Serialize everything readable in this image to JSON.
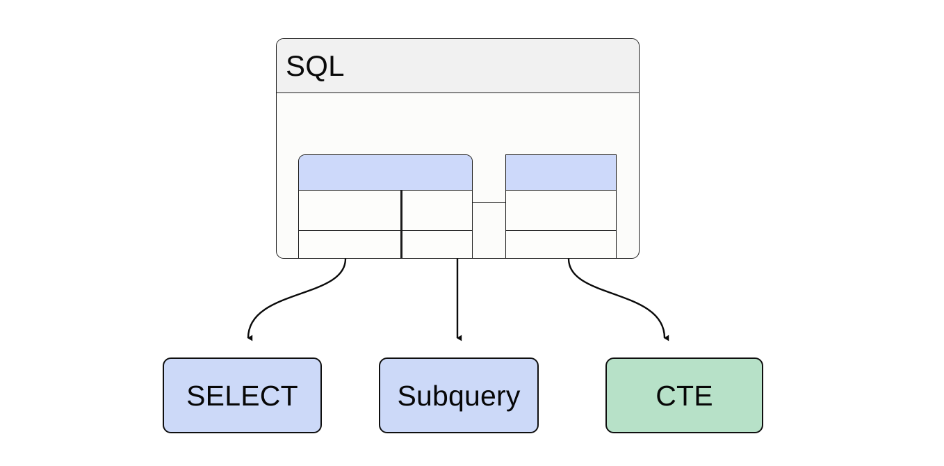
{
  "diagram": {
    "title": "SQL hierarchy",
    "type": "flow-diagram",
    "background": "#ffffff",
    "root": {
      "label": "SQL",
      "shape": "rounded-rectangle-with-header",
      "header_fill": "#f1f1f1",
      "body_fill": "#fcfcfa",
      "stroke": "#1a1a1a",
      "glyphs": [
        {
          "name": "table-glyph-left",
          "shape": "rounded-rectangle",
          "header_fill": "#cdd9fa",
          "body_fill": "#fdfdfb",
          "rows": 2,
          "columns": 2,
          "has_column_divider": true
        },
        {
          "name": "table-glyph-right",
          "shape": "rectangle",
          "header_fill": "#cdd9fa",
          "body_fill": "#fdfdfb",
          "rows": 2,
          "columns": 1,
          "has_column_divider": false
        }
      ],
      "glyph_connector": {
        "name": "table-relationship-line",
        "style": "solid",
        "stroke": "#1a1a1a"
      }
    },
    "children": [
      {
        "label": "SELECT",
        "fill": "#ccd9f8",
        "stroke": "#0f0f0f",
        "shape": "rounded-rectangle"
      },
      {
        "label": "Subquery",
        "fill": "#ccd9f8",
        "stroke": "#0f0f0f",
        "shape": "rounded-rectangle"
      },
      {
        "label": "CTE",
        "fill": "#b7e1c8",
        "stroke": "#0f0f0f",
        "shape": "rounded-rectangle"
      }
    ],
    "edges": [
      {
        "name": "edge-sql-to-select",
        "from": "SQL",
        "to": "SELECT",
        "style": "curved",
        "arrowhead": "filled-triangle",
        "stroke": "#0a0a0a"
      },
      {
        "name": "edge-sql-to-subquery",
        "from": "SQL",
        "to": "Subquery",
        "style": "straight",
        "arrowhead": "filled-triangle",
        "stroke": "#0a0a0a"
      },
      {
        "name": "edge-sql-to-cte",
        "from": "SQL",
        "to": "CTE",
        "style": "curved",
        "arrowhead": "filled-triangle",
        "stroke": "#0a0a0a"
      }
    ]
  }
}
